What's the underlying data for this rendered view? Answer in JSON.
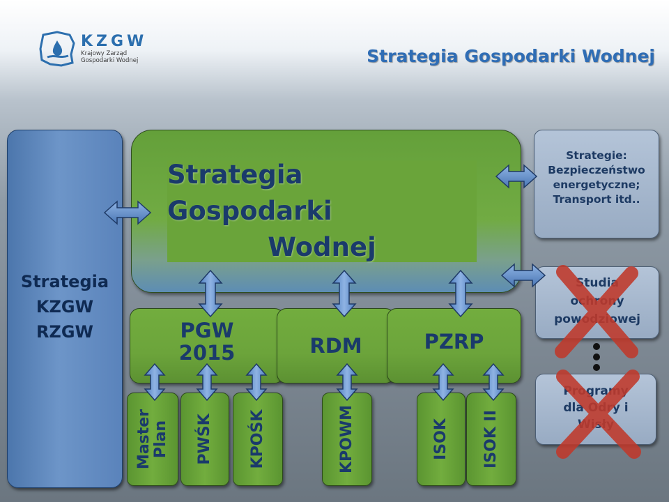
{
  "header": {
    "logo_brand": "KZGW",
    "logo_sub_1": "Krajowy Zarząd",
    "logo_sub_2": "Gospodarki Wodnej",
    "title": "Strategia Gospodarki Wodnej"
  },
  "left_box": {
    "label": "Strategia\nKZGW\nRZGW"
  },
  "center_box": {
    "line1": "Strategia Gospodarki",
    "line2": "Wodnej"
  },
  "mid_boxes": {
    "pgw": "PGW\n2015",
    "rdm": "RDM",
    "pzrp": "PZRP"
  },
  "low_boxes": {
    "master_plan": "Master\nPlan",
    "pwsk": "PWŚK",
    "kposk": "KPOŚK",
    "kpowm": "KPOWM",
    "isok": "ISOK",
    "isok2": "ISOK II"
  },
  "right_boxes": {
    "strategies": "Strategie:\nBezpieczeństwo\nenergetyczne;\nTransport itd..",
    "studies": "Studia\nochrony\npowodziowej",
    "programs": "Programy\ndla Odry i\nWisły"
  },
  "colors": {
    "accent_blue": "#2f6db5",
    "green": "#6aa43a",
    "cross_red": "#c0392b"
  }
}
